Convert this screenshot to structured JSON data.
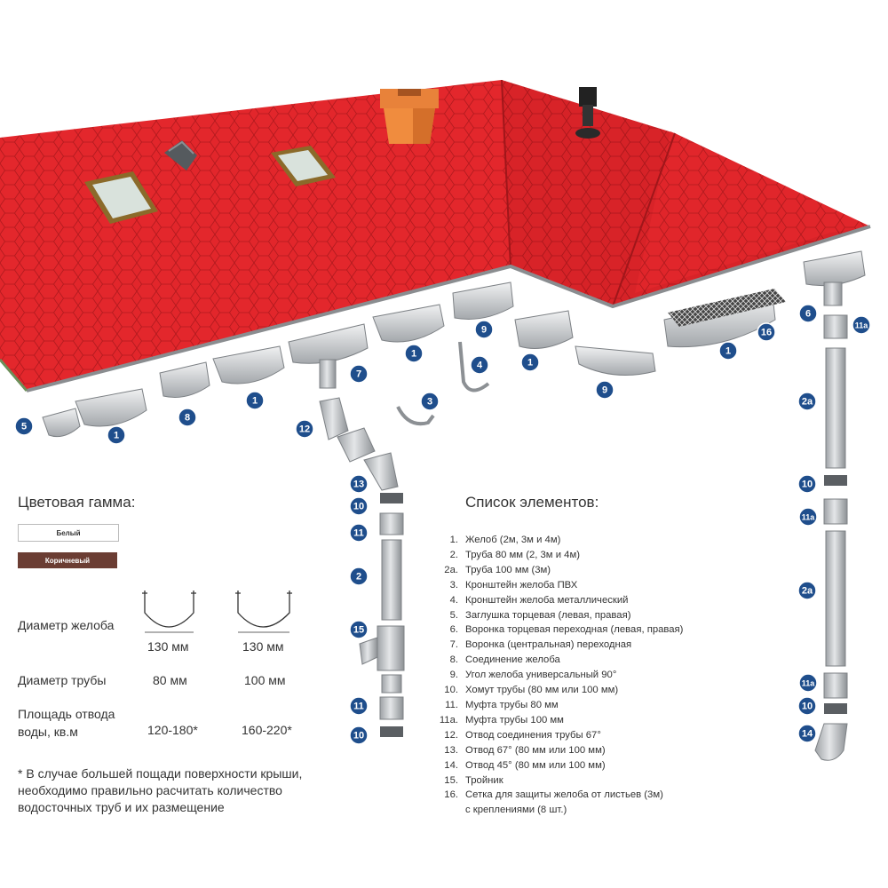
{
  "color_section": {
    "title": "Цветовая гамма:",
    "swatches": [
      {
        "label": "Белый",
        "color": "#ffffff",
        "text_color": "#333333"
      },
      {
        "label": "Коричневый",
        "color": "#6b3d33",
        "text_color": "#ffffff"
      }
    ]
  },
  "specs": {
    "gutter_diameter_label": "Диаметр желоба",
    "gutter_diameter_values": [
      "130 мм",
      "130 мм"
    ],
    "pipe_diameter_label": "Диаметр трубы",
    "pipe_diameter_values": [
      "80 мм",
      "100 мм"
    ],
    "drain_area_label_line1": "Площадь отвода",
    "drain_area_label_line2": "воды, кв.м",
    "drain_area_values": [
      "120-180*",
      "160-220*"
    ]
  },
  "footnote": {
    "line1": "* В случае большей пощади поверхности крыши,",
    "line2": "необходимо правильно расчитать количество",
    "line3": "водосточных труб и их размещение"
  },
  "elements_list": {
    "title": "Список элементов:",
    "items": [
      {
        "num": "1.",
        "text": "Желоб (2м, 3м и 4м)"
      },
      {
        "num": "2.",
        "text": "Труба 80 мм (2, 3м и 4м)"
      },
      {
        "num": "2a.",
        "text": "Труба 100 мм (3м)"
      },
      {
        "num": "3.",
        "text": "Кронштейн желоба ПВХ"
      },
      {
        "num": "4.",
        "text": "Кронштейн желоба металлический"
      },
      {
        "num": "5.",
        "text": "Заглушка торцевая (левая, правая)"
      },
      {
        "num": "6.",
        "text": "Воронка торцевая переходная (левая, правая)"
      },
      {
        "num": "7.",
        "text": "Воронка (центральная) переходная"
      },
      {
        "num": "8.",
        "text": "Соединение желоба"
      },
      {
        "num": "9.",
        "text": "Угол желоба универсальный 90°"
      },
      {
        "num": "10.",
        "text": "Хомут трубы (80 мм или 100 мм)"
      },
      {
        "num": "11.",
        "text": "Муфта трубы 80 мм"
      },
      {
        "num": "11a.",
        "text": "Муфта трубы 100 мм"
      },
      {
        "num": "12.",
        "text": "Отвод соединения трубы 67°"
      },
      {
        "num": "13.",
        "text": "Отвод 67° (80 мм или 100 мм)"
      },
      {
        "num": "14.",
        "text": "Отвод 45° (80 мм или 100 мм)"
      },
      {
        "num": "15.",
        "text": "Тройник"
      },
      {
        "num": "16.",
        "text": "Сетка для защиты желоба от листьев (3м)"
      },
      {
        "num": "",
        "text": "с креплениями (8 шт.)"
      }
    ]
  },
  "badges": [
    "5",
    "1",
    "8",
    "1",
    "12",
    "7",
    "1",
    "4",
    "3",
    "9",
    "1",
    "9",
    "1",
    "16",
    "6",
    "11a",
    "2a",
    "10",
    "11a",
    "2a",
    "11a",
    "10",
    "14",
    "13",
    "10",
    "11",
    "2",
    "15",
    "11",
    "10"
  ],
  "colors": {
    "roof": "#e2262b",
    "roof_dark": "#b81c20",
    "roof_shade": "#c91f24",
    "badge": "#1f4e8c",
    "gutter": "#c9cbcd",
    "chimney": "#e8823a"
  }
}
